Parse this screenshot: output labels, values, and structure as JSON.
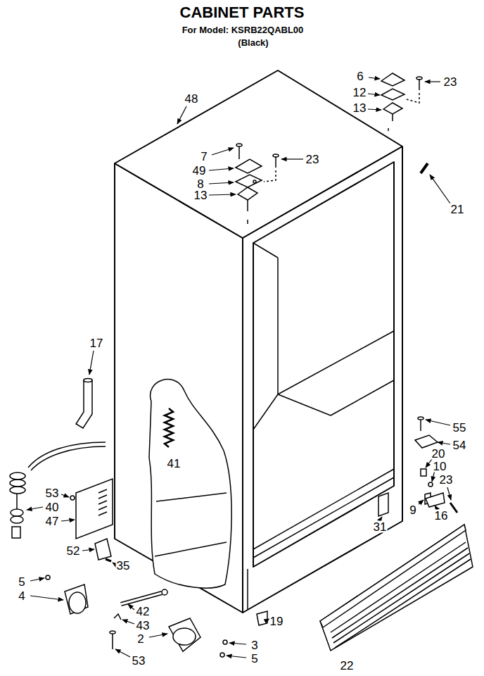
{
  "diagram": {
    "title": "CABINET PARTS",
    "labels": [
      "For Model: KSRB22QABL00",
      "(Black)",
      "48",
      "6",
      "23",
      "12",
      "13",
      "7",
      "49",
      "23",
      "8",
      "13",
      "21",
      "17",
      "41",
      "55",
      "54",
      "20",
      "10",
      "53",
      "40",
      "47",
      "52",
      "35",
      "9",
      "23",
      "16",
      "31",
      "5",
      "4",
      "42",
      "43",
      "19",
      "22",
      "53",
      "2",
      "3",
      "5"
    ]
  }
}
